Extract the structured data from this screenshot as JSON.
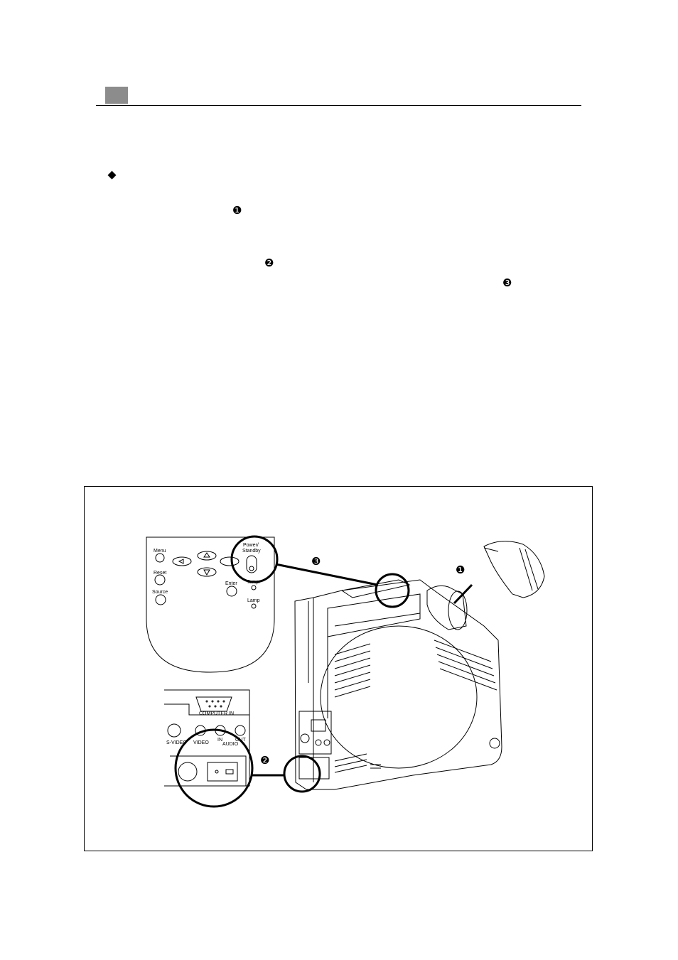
{
  "markers": {
    "one": "❶",
    "two": "❷",
    "three": "❸"
  },
  "remote_panel": {
    "menu": "Menu",
    "reset": "Reset",
    "source": "Source",
    "enter": "Enter",
    "power_line1": "Power/",
    "power_line2": "Standby",
    "temp": "Temp.",
    "lamp": "Lamp"
  },
  "connector_panel": {
    "computer_in": "COMPUTER IN",
    "s_video": "S-VIDEO",
    "video": "VIDEO",
    "audio_in": "IN",
    "audio_out": "OUT",
    "audio": "AUDIO"
  },
  "colors": {
    "header_square": "#8c8c8c",
    "ink": "#000000"
  }
}
